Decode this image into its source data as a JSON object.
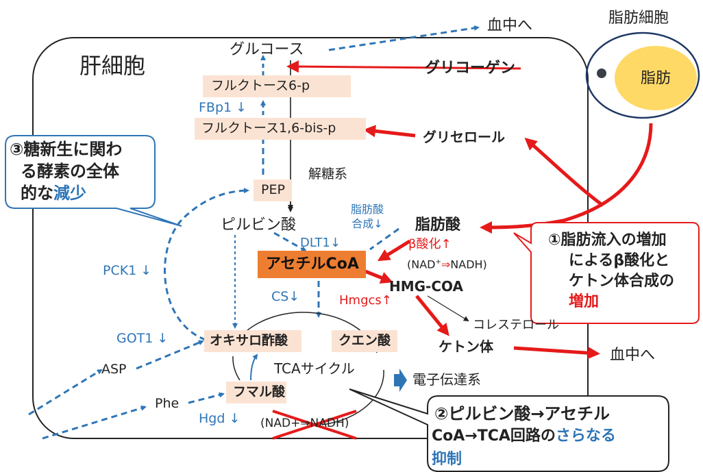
{
  "cell": {
    "liver_label": "肝細胞",
    "fat_cell_label": "脂肪細胞",
    "fat_label": "脂肪"
  },
  "metabolites": {
    "glucose": "グルコース",
    "blood1": "血中へ",
    "glycogen": "グリコーゲン",
    "f6p": "フルクトース6-p",
    "f16bp": "フルクトース1,6-bis-p",
    "glycerol": "グリセロール",
    "glycolysis": "解糖系",
    "pep": "PEP",
    "pyruvate": "ピルビン酸",
    "fa_synth": "脂肪酸\n合成↓",
    "fatty_acid": "脂肪酸",
    "beta_ox": "β酸化↑",
    "nad_pre": "(NAD",
    "nad_sup": "+",
    "nad_arrow": "⇒",
    "nad_post": "NADH)",
    "acetyl_coa": "アセチルCoA",
    "hmg_coa": "HMG-COA",
    "hmgcs": "Hmgcs↑",
    "cholesterol": "コレステロール",
    "ketone": "ケトン体",
    "blood2": "血中へ",
    "oxaloacetate": "オキサロ酢酸",
    "citrate": "クエン酸",
    "tca": "TCAサイクル",
    "etc": "電子伝達系",
    "fumarate": "フマル酸",
    "asp": "ASP",
    "phe": "Phe",
    "nadh_crossed": "(NAD+⇒NADH)"
  },
  "enzymes": {
    "fbp1": "FBp1 ↓",
    "dlt1": "DLT1↓",
    "pck1": "PCK1 ↓",
    "cs": "CS↓",
    "got1": "GOT1 ↓",
    "hgd": "Hgd ↓"
  },
  "callouts": {
    "c1_l1": "①脂肪流入の増加",
    "c1_l2": "によるβ酸化と",
    "c1_l3": "ケトン体合成の",
    "c1_l4": "増加",
    "c2_l1": "②ピルビン酸→アセチル",
    "c2_l2a": "CoA→TCA回路の",
    "c2_l2b": "さらなる",
    "c2_l3": "抑制",
    "c3_l1": "③糖新生に関わ",
    "c3_l2": "る酵素の全体",
    "c3_l3a": "的な",
    "c3_l3b": "減少"
  },
  "colors": {
    "red": "#e51a1a",
    "blue": "#2e75b6",
    "box": "#fbe3d3",
    "acetyl": "#ed7d31",
    "fat": "#ffd966"
  }
}
